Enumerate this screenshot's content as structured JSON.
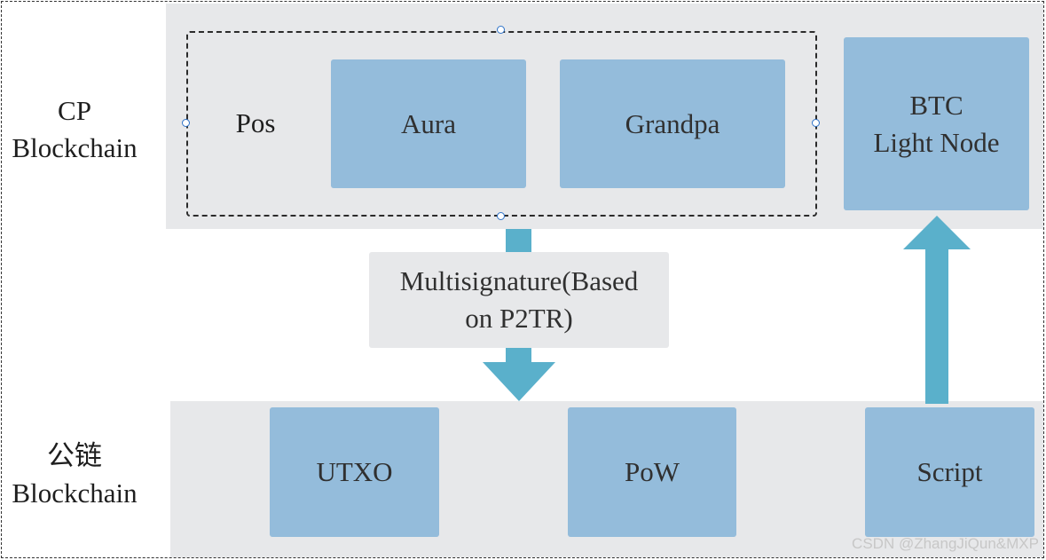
{
  "rows": {
    "cp": {
      "line1": "CP",
      "line2": "Blockchain"
    },
    "public": {
      "line1": "公链",
      "line2": "Blockchain"
    }
  },
  "cp_group": {
    "pos_label": "Pos",
    "aura": "Aura",
    "grandpa": "Grandpa"
  },
  "btc_light_node": {
    "line1": "BTC",
    "line2": "Light Node"
  },
  "multisig": {
    "line1": "Multisignature(Based",
    "line2": "on P2TR)"
  },
  "public_chain": {
    "utxo": "UTXO",
    "pow": "PoW",
    "script": "Script"
  },
  "watermark": "CSDN @ZhangJiQun&MXP",
  "colors": {
    "band": "#e7e8ea",
    "box": "#94bcdb",
    "arrow": "#5ab0cb",
    "selection_handle": "#2f73c9"
  }
}
